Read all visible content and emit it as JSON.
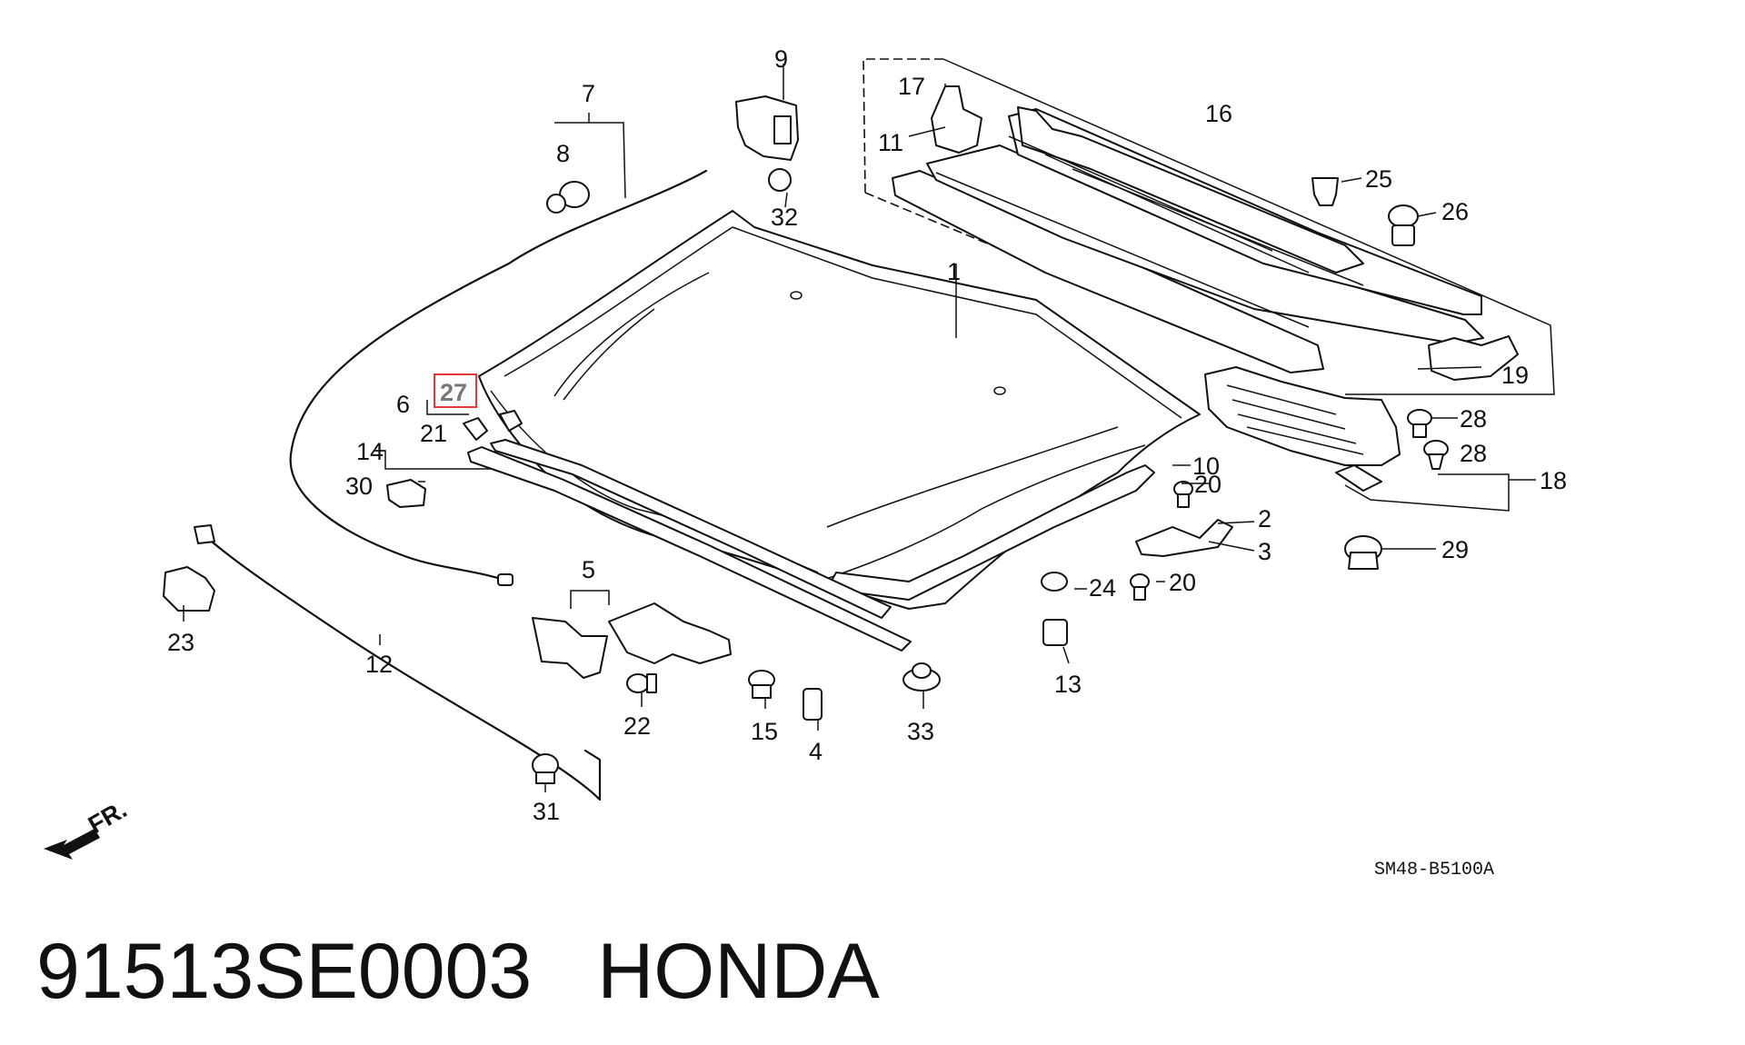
{
  "caption": {
    "part_number": "91513SE0003",
    "brand": "HONDA"
  },
  "diagram": {
    "code_label": "SM48-B5100A",
    "front_label": "FR.",
    "highlighted_callout": "27",
    "callouts": [
      "1",
      "2",
      "3",
      "4",
      "5",
      "6",
      "7",
      "8",
      "9",
      "10",
      "11",
      "12",
      "13",
      "14",
      "15",
      "16",
      "17",
      "18",
      "19",
      "20",
      "20",
      "21",
      "22",
      "23",
      "24",
      "25",
      "26",
      "27",
      "28",
      "28",
      "29",
      "30",
      "31",
      "32",
      "33"
    ]
  }
}
